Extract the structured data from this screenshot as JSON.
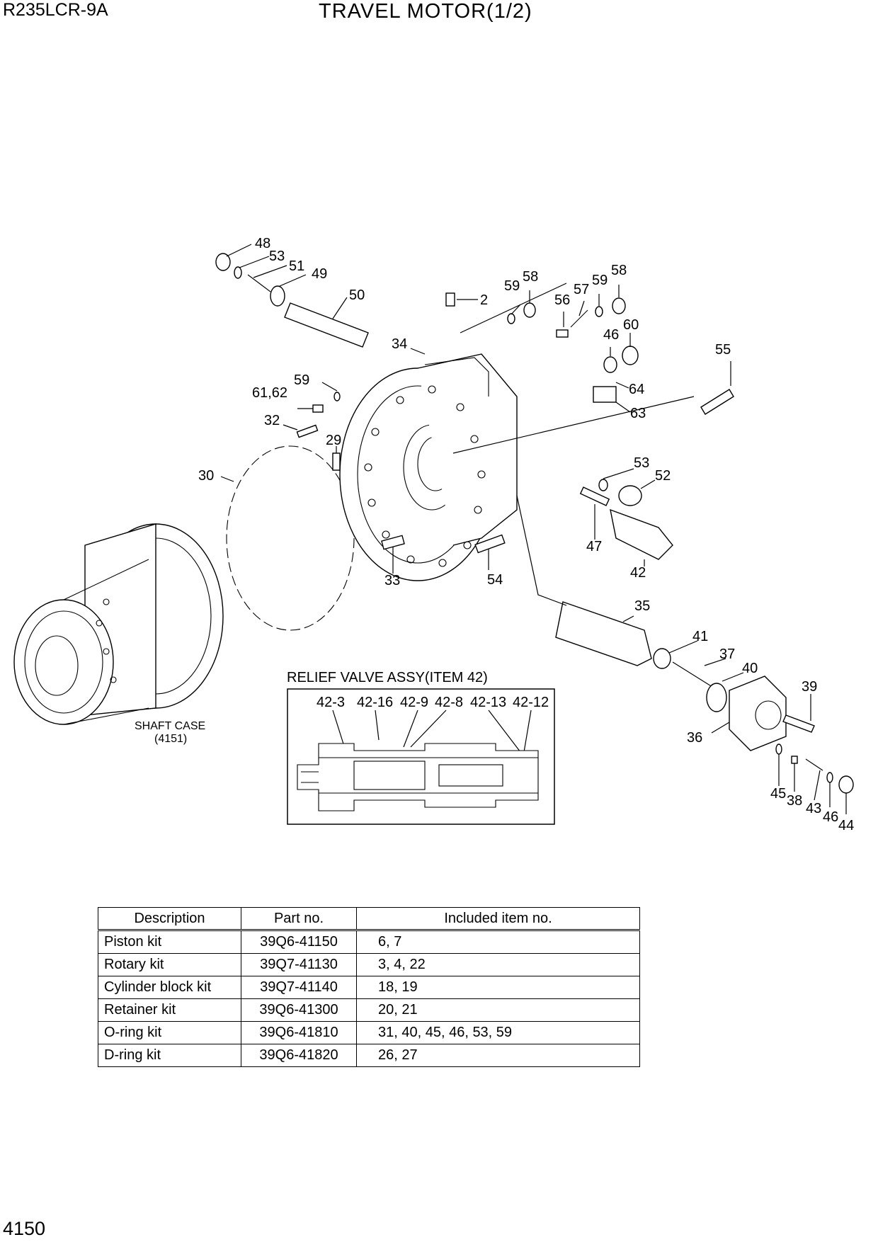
{
  "header": {
    "model": "R235LCR-9A",
    "title": "TRAVEL MOTOR(1/2)"
  },
  "footer": {
    "page_number": "4150"
  },
  "diagram": {
    "callouts": [
      "48",
      "53",
      "51",
      "49",
      "50",
      "2",
      "59",
      "58",
      "56",
      "57",
      "59",
      "58",
      "46",
      "60",
      "34",
      "59",
      "61,62",
      "64",
      "63",
      "55",
      "32",
      "29",
      "30",
      "53",
      "52",
      "47",
      "42",
      "33",
      "54",
      "35",
      "41",
      "37",
      "40",
      "39",
      "36",
      "45",
      "38",
      "43",
      "46",
      "44"
    ],
    "shaft_case_label": "SHAFT CASE",
    "shaft_case_ref": "(4151)",
    "inset": {
      "title": "RELIEF VALVE ASSY(ITEM 42)",
      "labels": [
        "42-3",
        "42-16",
        "42-9",
        "42-8",
        "42-13",
        "42-12"
      ]
    }
  },
  "kits_table": {
    "headers": [
      "Description",
      "Part no.",
      "Included item no."
    ],
    "rows": [
      {
        "description": "Piston kit",
        "part_no": "39Q6-41150",
        "items": "6, 7"
      },
      {
        "description": "Rotary kit",
        "part_no": "39Q7-41130",
        "items": "3, 4, 22"
      },
      {
        "description": "Cylinder block kit",
        "part_no": "39Q7-41140",
        "items": "18, 19"
      },
      {
        "description": "Retainer kit",
        "part_no": "39Q6-41300",
        "items": "20, 21"
      },
      {
        "description": "O-ring kit",
        "part_no": "39Q6-41810",
        "items": "31, 40, 45, 46, 53, 59"
      },
      {
        "description": "D-ring kit",
        "part_no": "39Q6-41820",
        "items": "26, 27"
      }
    ]
  }
}
